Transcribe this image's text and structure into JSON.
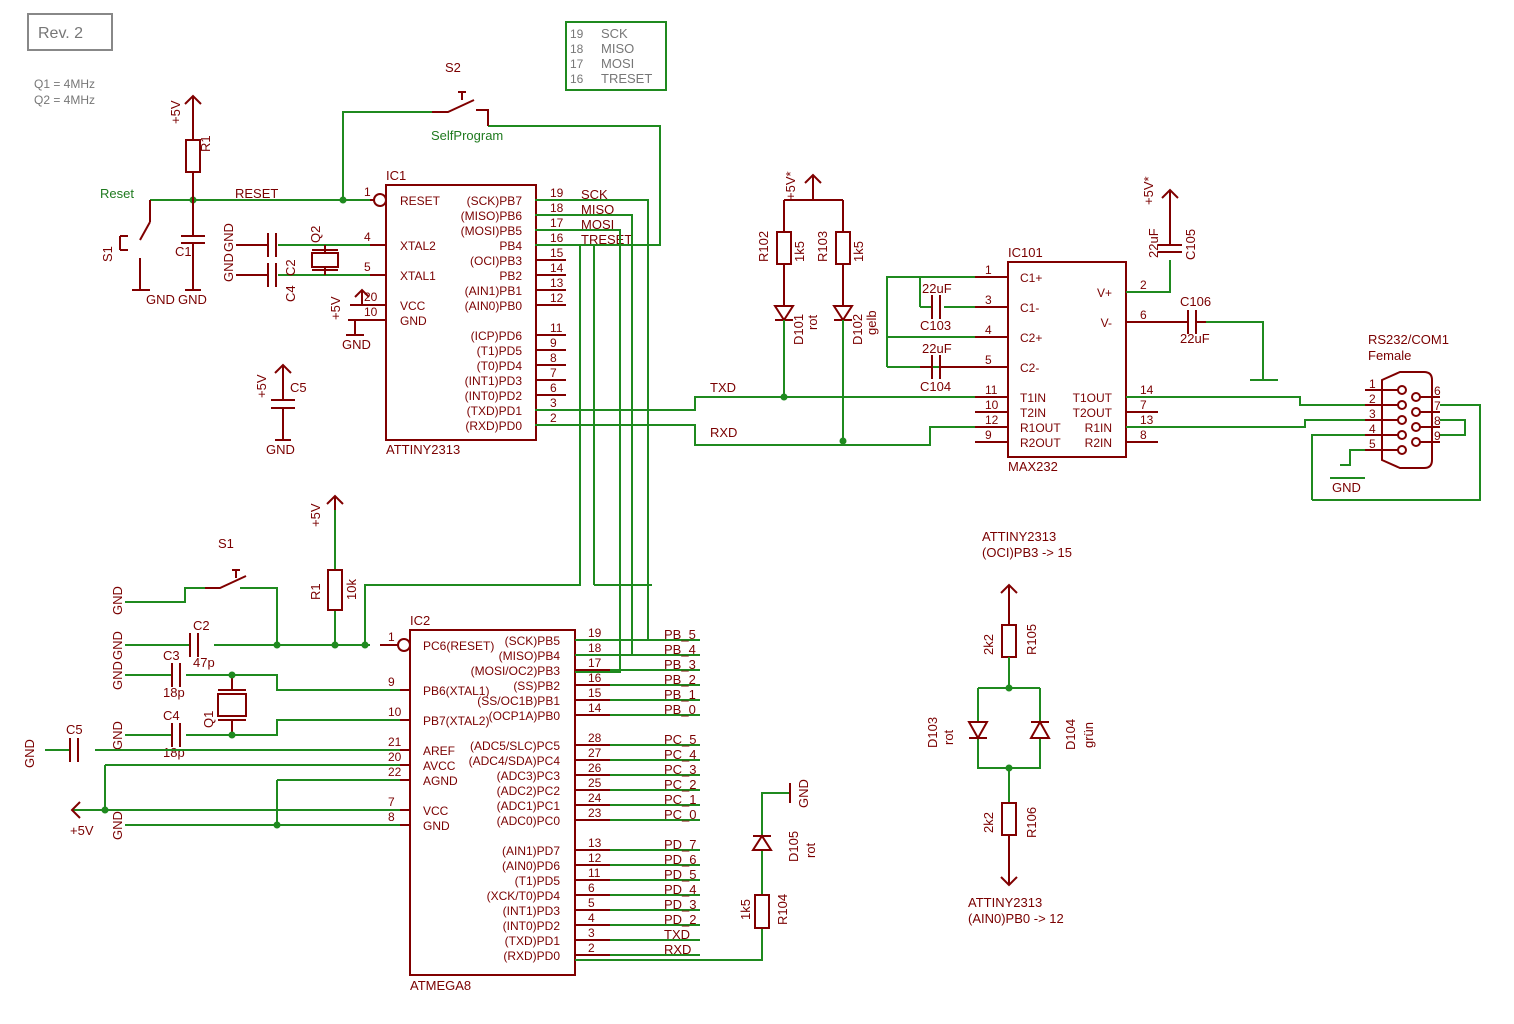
{
  "rev": "Rev. 2",
  "crystal_notes": [
    "Q1 = 4MHz",
    "Q2 = 4MHz"
  ],
  "pinmap": [
    {
      "pin": "19",
      "name": "SCK"
    },
    {
      "pin": "18",
      "name": "MISO"
    },
    {
      "pin": "17",
      "name": "MOSI"
    },
    {
      "pin": "16",
      "name": "TRESET"
    }
  ],
  "ic1": {
    "ref": "IC1",
    "part": "ATTINY2313",
    "left": [
      {
        "pin": "1",
        "name": "RESET"
      },
      {
        "pin": "4",
        "name": "XTAL2"
      },
      {
        "pin": "5",
        "name": "XTAL1"
      },
      {
        "pin": "20",
        "name": "VCC"
      },
      {
        "pin": "10",
        "name": "GND"
      }
    ],
    "right": [
      {
        "pin": "19",
        "name": "(SCK)PB7",
        "net": "SCK"
      },
      {
        "pin": "18",
        "name": "(MISO)PB6",
        "net": "MISO"
      },
      {
        "pin": "17",
        "name": "(MOSI)PB5",
        "net": "MOSI"
      },
      {
        "pin": "16",
        "name": "PB4",
        "net": "TRESET"
      },
      {
        "pin": "15",
        "name": "(OCI)PB3",
        "net": ""
      },
      {
        "pin": "14",
        "name": "PB2",
        "net": ""
      },
      {
        "pin": "13",
        "name": "(AIN1)PB1",
        "net": ""
      },
      {
        "pin": "12",
        "name": "(AIN0)PB0",
        "net": ""
      },
      {
        "pin": "11",
        "name": "(ICP)PD6",
        "net": ""
      },
      {
        "pin": "9",
        "name": "(T1)PD5",
        "net": ""
      },
      {
        "pin": "8",
        "name": "(T0)PD4",
        "net": ""
      },
      {
        "pin": "7",
        "name": "(INT1)PD3",
        "net": ""
      },
      {
        "pin": "6",
        "name": "(INT0)PD2",
        "net": ""
      },
      {
        "pin": "3",
        "name": "(TXD)PD1",
        "net": ""
      },
      {
        "pin": "2",
        "name": "(RXD)PD0",
        "net": ""
      }
    ]
  },
  "ic2": {
    "ref": "IC2",
    "part": "ATMEGA8",
    "left": [
      {
        "pin": "1",
        "name": "PC6(RESET)"
      },
      {
        "pin": "9",
        "name": "PB6(XTAL1)"
      },
      {
        "pin": "10",
        "name": "PB7(XTAL2)"
      },
      {
        "pin": "21",
        "name": "AREF"
      },
      {
        "pin": "20",
        "name": "AVCC"
      },
      {
        "pin": "22",
        "name": "AGND"
      },
      {
        "pin": "7",
        "name": "VCC"
      },
      {
        "pin": "8",
        "name": "GND"
      }
    ],
    "right": [
      {
        "pin": "19",
        "name": "(SCK)PB5",
        "net": "PB_5"
      },
      {
        "pin": "18",
        "name": "(MISO)PB4",
        "net": "PB_4"
      },
      {
        "pin": "17",
        "name": "(MOSI/OC2)PB3",
        "net": "PB_3"
      },
      {
        "pin": "16",
        "name": "(SS)PB2",
        "net": "PB_2"
      },
      {
        "pin": "15",
        "name": "(SS/OC1B)PB1",
        "net": "PB_1"
      },
      {
        "pin": "14",
        "name": "(OCP1A)PB0",
        "net": "PB_0"
      },
      {
        "pin": "28",
        "name": "(ADC5/SLC)PC5",
        "net": "PC_5"
      },
      {
        "pin": "27",
        "name": "(ADC4/SDA)PC4",
        "net": "PC_4"
      },
      {
        "pin": "26",
        "name": "(ADC3)PC3",
        "net": "PC_3"
      },
      {
        "pin": "25",
        "name": "(ADC2)PC2",
        "net": "PC_2"
      },
      {
        "pin": "24",
        "name": "(ADC1)PC1",
        "net": "PC_1"
      },
      {
        "pin": "23",
        "name": "(ADC0)PC0",
        "net": "PC_0"
      },
      {
        "pin": "13",
        "name": "(AIN1)PD7",
        "net": "PD_7"
      },
      {
        "pin": "12",
        "name": "(AIN0)PD6",
        "net": "PD_6"
      },
      {
        "pin": "11",
        "name": "(T1)PD5",
        "net": "PD_5"
      },
      {
        "pin": "6",
        "name": "(XCK/T0)PD4",
        "net": "PD_4"
      },
      {
        "pin": "5",
        "name": "(INT1)PD3",
        "net": "PD_3"
      },
      {
        "pin": "4",
        "name": "(INT0)PD2",
        "net": "PD_2"
      },
      {
        "pin": "3",
        "name": "(TXD)PD1",
        "net": "TXD"
      },
      {
        "pin": "2",
        "name": "(RXD)PD0",
        "net": "RXD"
      }
    ]
  },
  "ic101": {
    "ref": "IC101",
    "part": "MAX232",
    "left": [
      {
        "pin": "1",
        "name": "C1+"
      },
      {
        "pin": "3",
        "name": "C1-"
      },
      {
        "pin": "4",
        "name": "C2+"
      },
      {
        "pin": "5",
        "name": "C2-"
      },
      {
        "pin": "11",
        "name": "T1IN"
      },
      {
        "pin": "10",
        "name": "T2IN"
      },
      {
        "pin": "12",
        "name": "R1OUT"
      },
      {
        "pin": "9",
        "name": "R2OUT"
      }
    ],
    "right": [
      {
        "pin": "2",
        "name": "V+"
      },
      {
        "pin": "6",
        "name": "V-"
      },
      {
        "pin": "14",
        "name": "T1OUT"
      },
      {
        "pin": "7",
        "name": "T2OUT"
      },
      {
        "pin": "13",
        "name": "R1IN"
      },
      {
        "pin": "8",
        "name": "R2IN"
      }
    ]
  },
  "labels": {
    "s2": "S2",
    "selfprogram": "SelfProgram",
    "reset_net": "Reset",
    "reset_net2": "RESET",
    "r1": "R1",
    "s1": "S1",
    "c1": "C1",
    "q2": "Q2",
    "c2": "C2",
    "c4": "C4",
    "c5": "C5",
    "gnd": "GND",
    "p5v": "+5V",
    "p5vs": "+5V*",
    "txd": "TXD",
    "rxd": "RXD",
    "r102": "R102",
    "r103": "R103",
    "v1k5": "1k5",
    "d101": "D101",
    "d102": "D102",
    "rot": "rot",
    "gelb": "gelb",
    "c103": "C103",
    "c104": "C104",
    "c105": "C105",
    "c106": "C106",
    "v22uf": "22uF",
    "rs232": "RS232/COM1",
    "female": "Female",
    "s1b": "S1",
    "r1b": "R1",
    "v10k": "10k",
    "c2b": "C2",
    "v47p": "47p",
    "c3": "C3",
    "v18p": "18p",
    "c4b": "C4",
    "q1": "Q1",
    "c5b": "C5",
    "d105": "D105",
    "r104": "R104",
    "att_top1": "ATTINY2313",
    "att_top2": "(OCI)PB3 -> 15",
    "r105": "R105",
    "v2k2": "2k2",
    "d103": "D103",
    "d104": "D104",
    "gruen": "grün",
    "r106": "R106",
    "att_bot1": "ATTINY2313",
    "att_bot2": "(AIN0)PB0 -> 12"
  },
  "db9_pins_left": [
    "1",
    "2",
    "3",
    "4",
    "5"
  ],
  "db9_pins_right": [
    "6",
    "7",
    "8",
    "9"
  ]
}
